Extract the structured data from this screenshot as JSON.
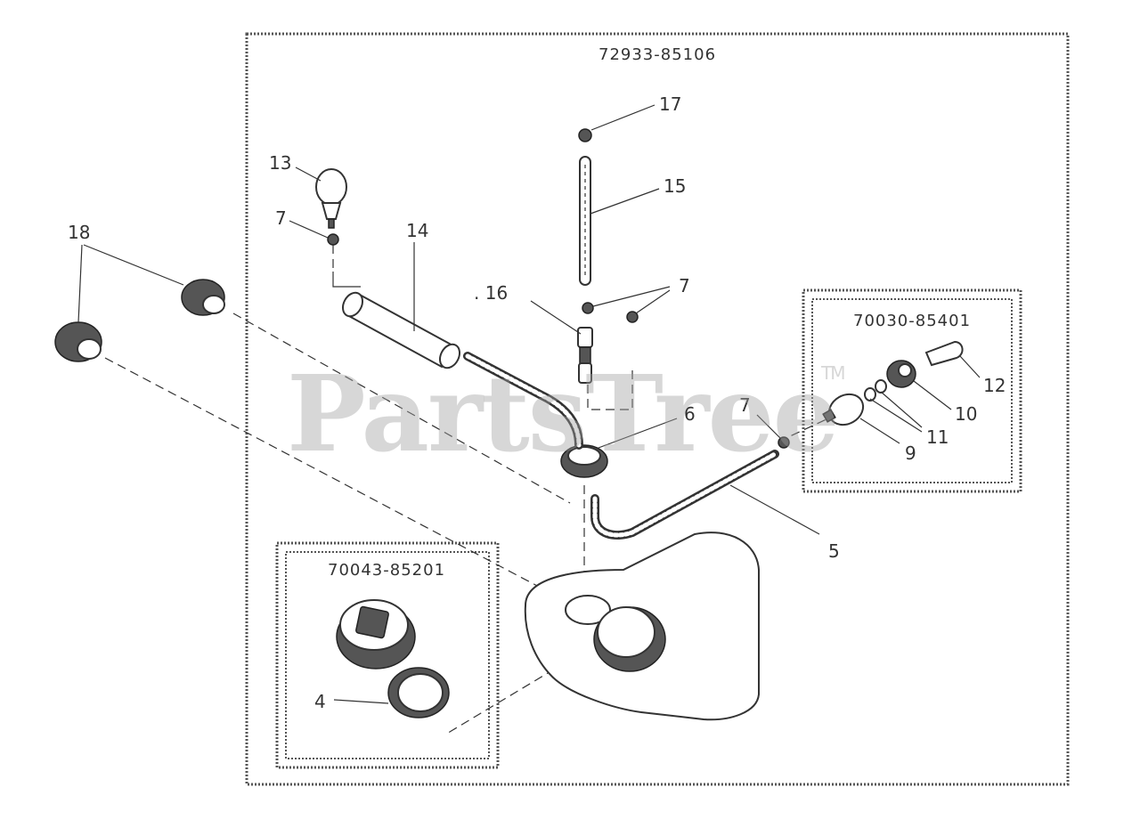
{
  "assembly": {
    "main_code": "72933-85106",
    "filter_kit_code": "70030-85401",
    "cap_kit_code": "70043-85201"
  },
  "watermark": {
    "text": "PartsTree",
    "tm": "TM"
  },
  "callouts": {
    "c4": "4",
    "c5": "5",
    "c6": "6",
    "c7a": "7",
    "c7b": "7",
    "c7c": "7",
    "c9": "9",
    "c10": "10",
    "c11": "11",
    "c12": "12",
    "c13": "13",
    "c14": "14",
    "c15": "15",
    "c16": ". 16",
    "c17": "17",
    "c18": "18"
  }
}
